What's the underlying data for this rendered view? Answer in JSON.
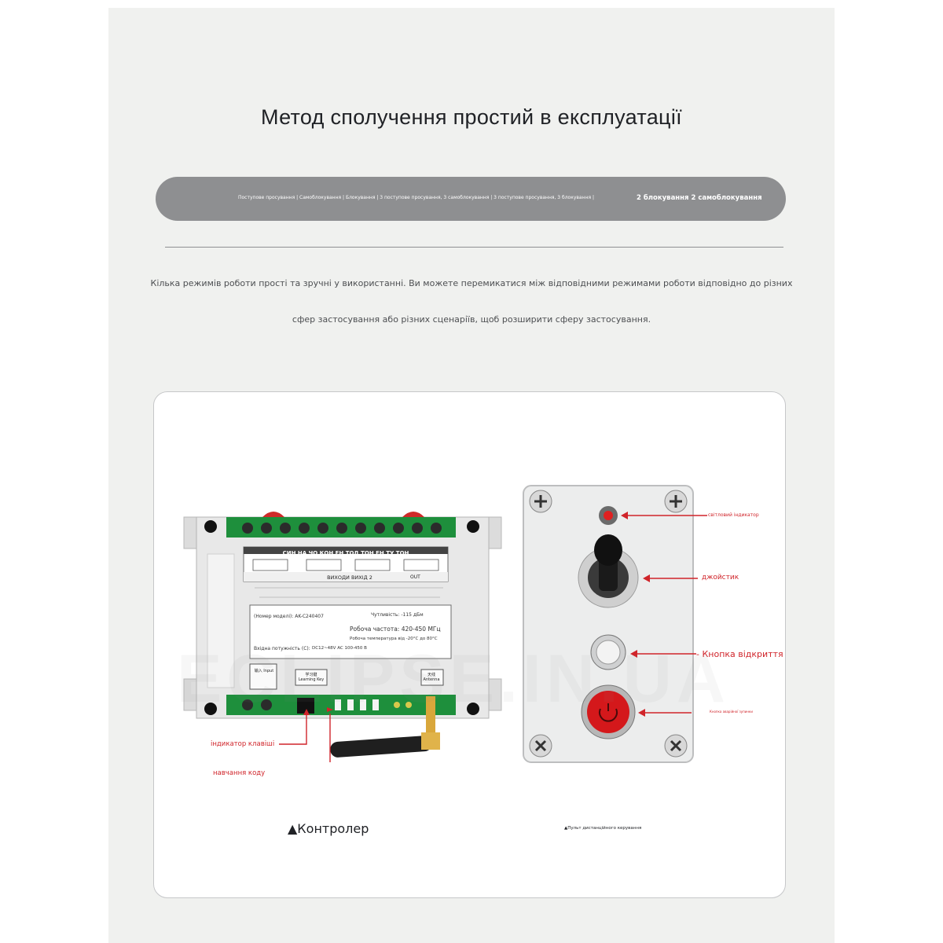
{
  "header": {
    "title": "Метод сполучення простий в експлуатації"
  },
  "modes_bar": {
    "left_text": "Поступове просування | Самоблокування | Блокування | 3 поступове просування, 3 самоблокування | 3 поступове просування, 3 блокування |",
    "right_text": "2 блокування 2 самоблокування"
  },
  "description": {
    "line1": "Кілька режимів роботи прості та зручні у використанні. Ви можете перемикатися між відповідними режимами роботи відповідно до різних",
    "line2": "сфер застосування або різних сценаріїв, щоб розширити сферу застосування."
  },
  "controller": {
    "panel_title": "СИН НА ЧО КОН ЕН ТОД ТОН ЕН ТУ ТОН",
    "output_label": "ВИХОДИ ВИХІД 2",
    "out_label": "OUT",
    "model": "(Номер моделі): AK-C240407",
    "sensitivity": "Чутливість: -115 дБм",
    "frequency": "Робоча частота: 420-450 МГц",
    "temperature": "Робоча температура від -20°C до 80°C",
    "power": "Вхідна потужність (C):",
    "voltage": "DC12~48V AC 100-450 В",
    "input_label": "输入 Input",
    "learn_label": "学习键 Learning Key",
    "antenna_label": "天线 Antenna",
    "callouts": {
      "key_indicator": "індикатор клавіші",
      "code_learning": "навчання коду"
    },
    "caption": "▲Контролер"
  },
  "remote": {
    "callouts": {
      "light_indicator": "світловий індикатор",
      "joystick": "джойстик",
      "open_button": "- Кнопка відкриття",
      "emergency_button": "Кнопка аварійної зупинки"
    },
    "caption": "▲Пульт дистанційного керування"
  },
  "watermark": "ECLIPSE.IN.UA",
  "colors": {
    "page_bg": "#f0f1ef",
    "pill_bg": "#8e8f91",
    "callout_red": "#d0242a",
    "relay_green": "#1e8f3c",
    "emergency_red": "#d4181b"
  }
}
